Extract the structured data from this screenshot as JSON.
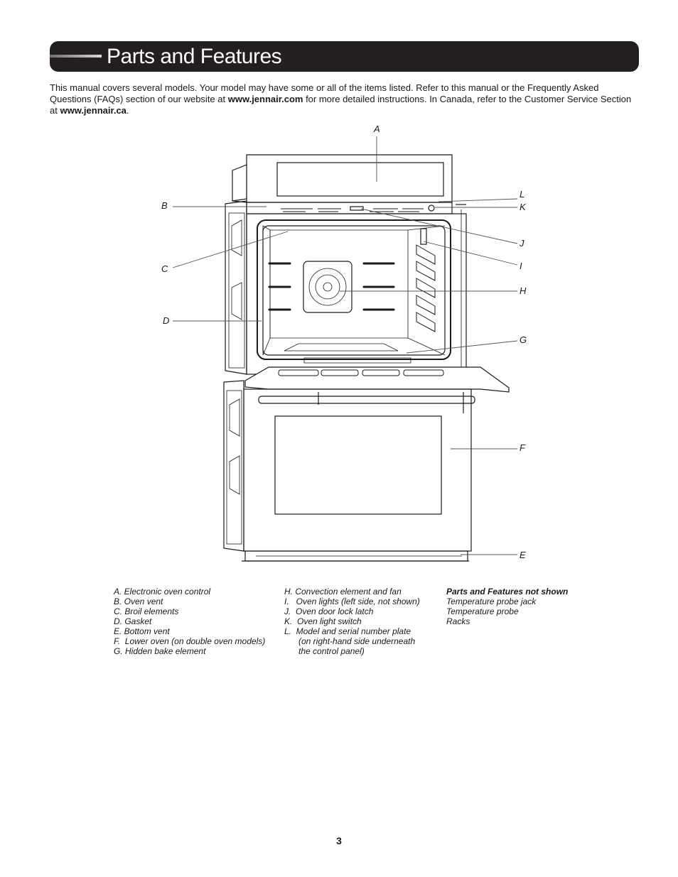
{
  "header": {
    "title": "Parts and Features"
  },
  "intro": {
    "text_1": "This manual covers several models. Your model may have some or all of the items listed. Refer to this manual or the Frequently Asked Questions (FAQs) section of our website at ",
    "link_1": "www.jennair.com",
    "text_2": " for more detailed instructions. In Canada, refer to the Customer Service Section at ",
    "link_2": "www.jennair.ca",
    "text_3": "."
  },
  "callouts": {
    "A": "A",
    "B": "B",
    "C": "C",
    "D": "D",
    "E": "E",
    "F": "F",
    "G": "G",
    "H": "H",
    "I": "I",
    "J": "J",
    "K": "K",
    "L": "L"
  },
  "legend": {
    "col1": [
      "A. Electronic oven control",
      "B. Oven vent",
      "C. Broil elements",
      "D. Gasket",
      "E. Bottom vent",
      "F.  Lower oven (on double oven models)",
      "G. Hidden bake element"
    ],
    "col2": [
      "H. Convection element and fan",
      "I.   Oven lights (left side, not shown)",
      "J.  Oven door lock latch",
      "K.  Oven light switch",
      "L.  Model and serial number plate",
      "      (on right-hand side underneath",
      "      the control panel)"
    ],
    "col3_header": "Parts and Features not shown",
    "col3": [
      "Temperature probe jack",
      "Temperature probe",
      "Racks"
    ]
  },
  "page_number": "3"
}
